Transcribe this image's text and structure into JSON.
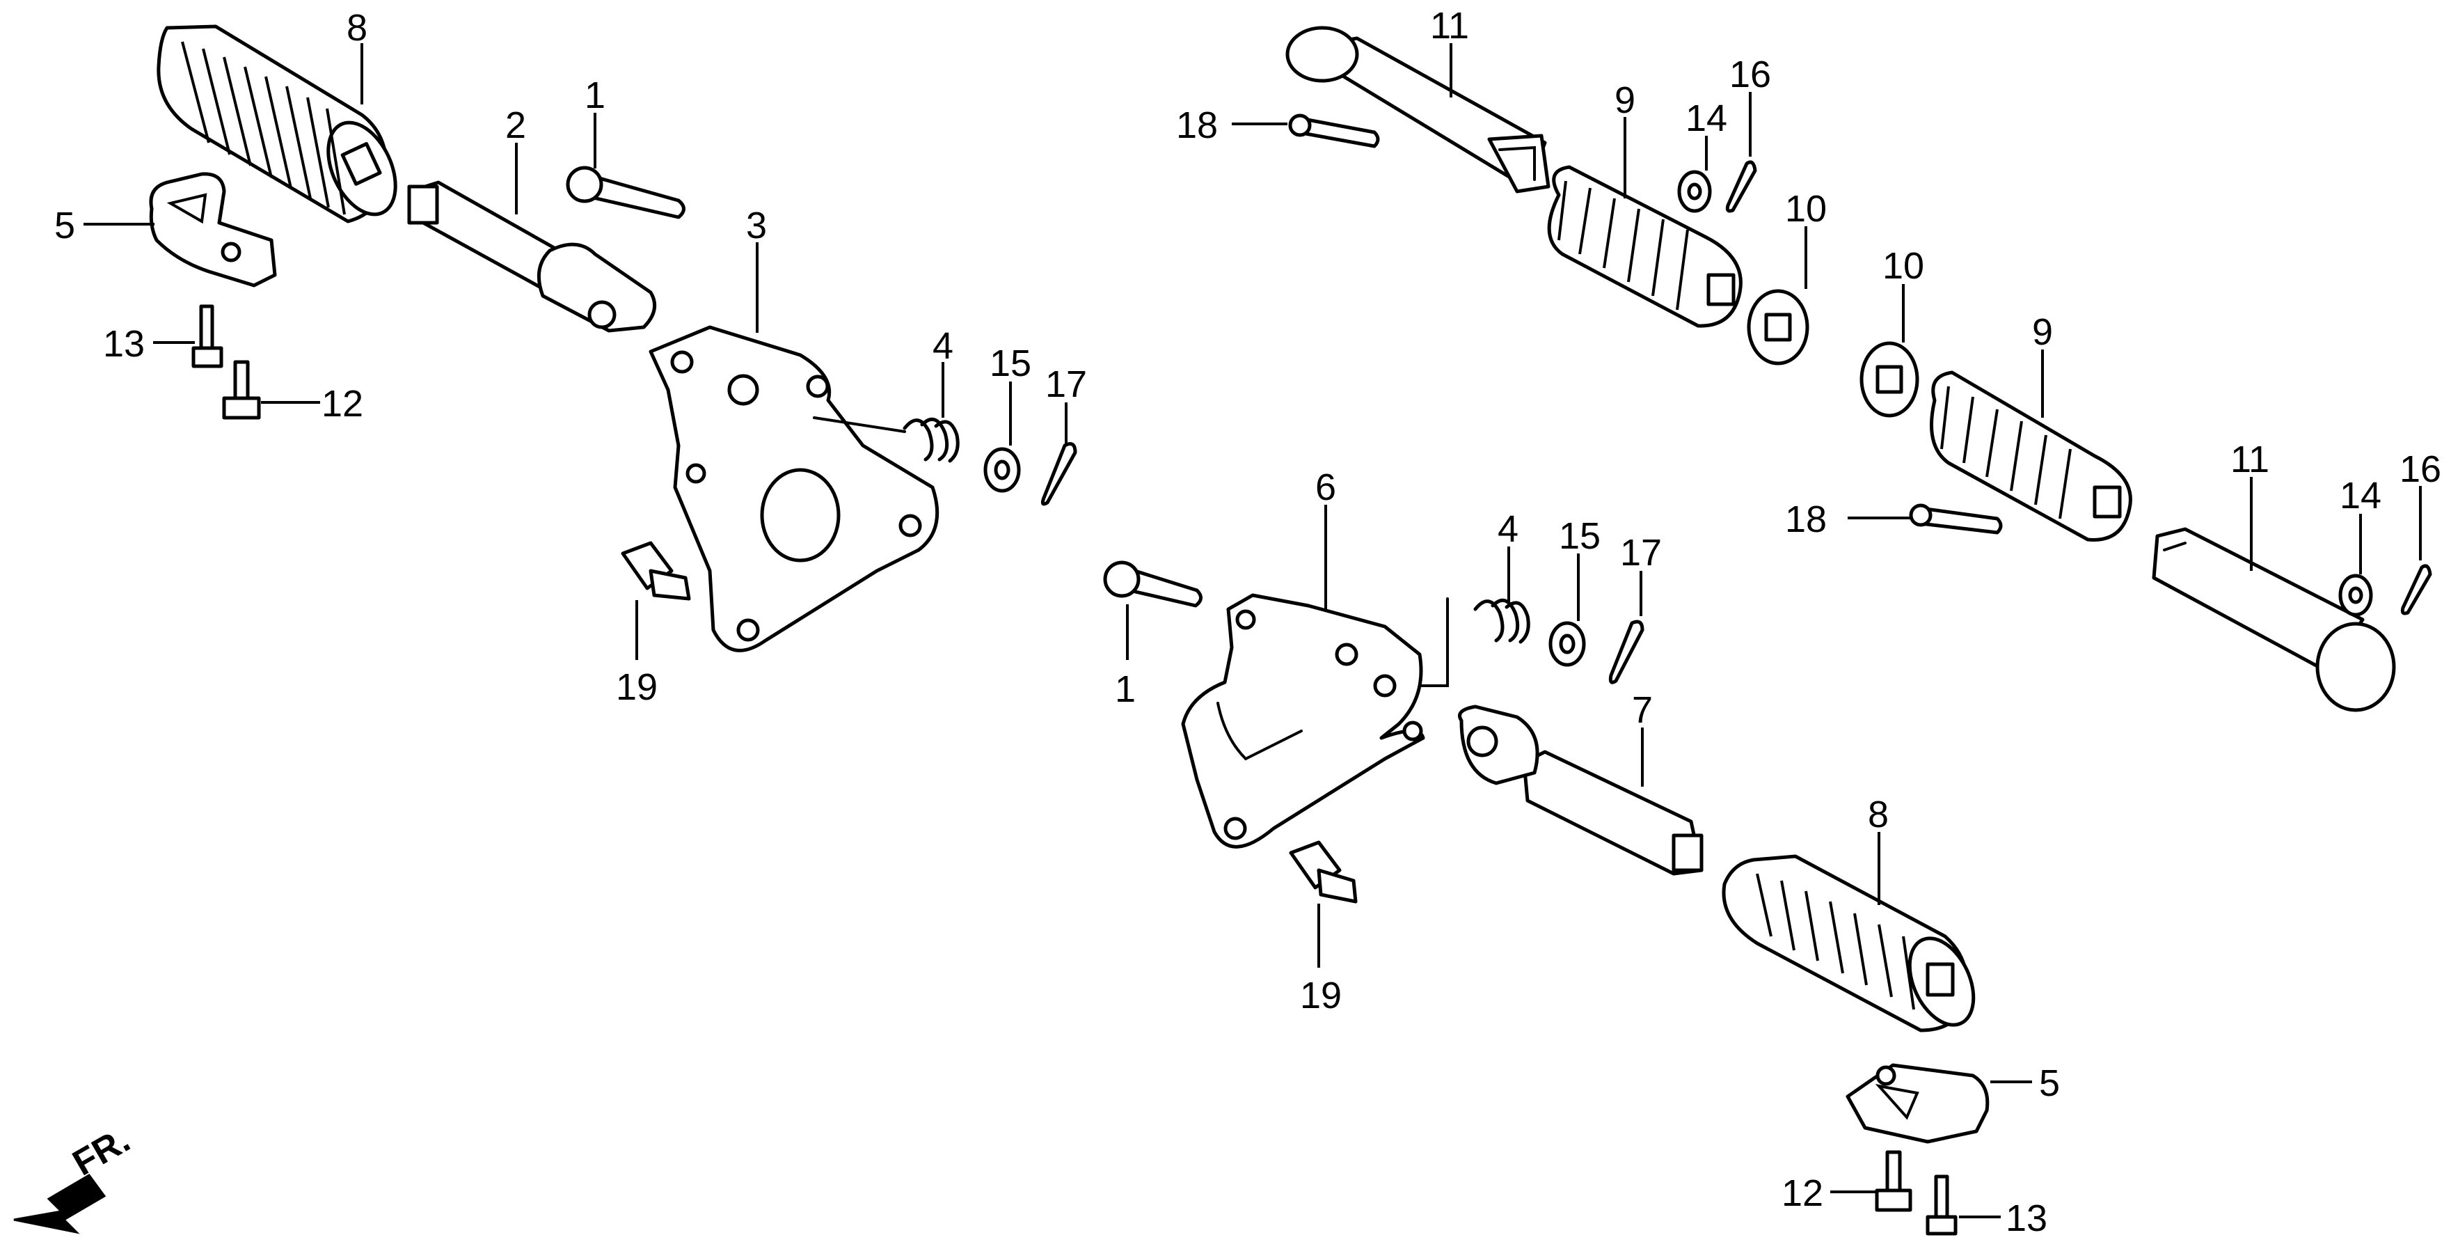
{
  "colors": {
    "line": "#000000",
    "background": "#ffffff"
  },
  "orientation_arrow": {
    "label": "FR.",
    "icon": "front-direction-arrow"
  },
  "callouts": {
    "c1a": "1",
    "c1b": "1",
    "c2": "2",
    "c3": "3",
    "c4a": "4",
    "c4b": "4",
    "c5a": "5",
    "c5b": "5",
    "c6": "6",
    "c7": "7",
    "c8a": "8",
    "c8b": "8",
    "c9a": "9",
    "c9b": "9",
    "c10a": "10",
    "c10b": "10",
    "c11a": "11",
    "c11b": "11",
    "c12a": "12",
    "c12b": "12",
    "c13a": "13",
    "c13b": "13",
    "c14a": "14",
    "c14b": "14",
    "c15a": "15",
    "c15b": "15",
    "c16a": "16",
    "c16b": "16",
    "c17a": "17",
    "c17b": "17",
    "c18a": "18",
    "c18b": "18",
    "c19a": "19",
    "c19b": "19"
  }
}
